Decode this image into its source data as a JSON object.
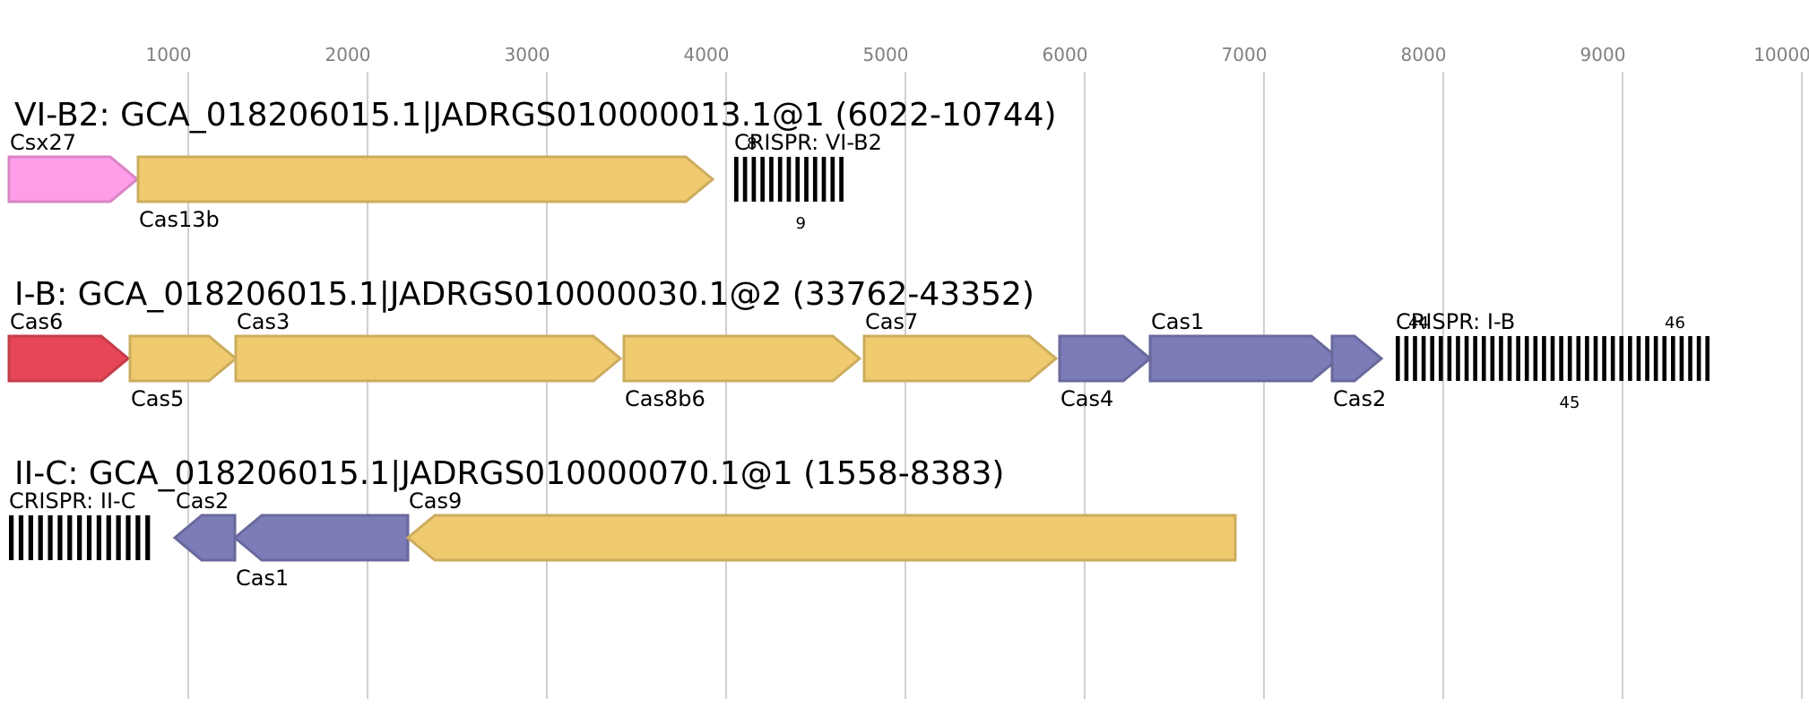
{
  "axis": {
    "ticks": [
      {
        "value": 1000,
        "label": "1000"
      },
      {
        "value": 2000,
        "label": "2000"
      },
      {
        "value": 3000,
        "label": "3000"
      },
      {
        "value": 4000,
        "label": "4000"
      },
      {
        "value": 5000,
        "label": "5000"
      },
      {
        "value": 6000,
        "label": "6000"
      },
      {
        "value": 7000,
        "label": "7000"
      },
      {
        "value": 8000,
        "label": "8000"
      },
      {
        "value": 9000,
        "label": "9000"
      },
      {
        "value": 10000,
        "label": "10000"
      }
    ]
  },
  "colors": {
    "gridline": "#c0c0c0",
    "accessory": "#ff9de8",
    "effector": "#f0ca6e",
    "adaptation": "#7b7cb8",
    "cas6": "#e64656",
    "repeat": "#000000"
  },
  "loci": [
    {
      "title": "VI-B2: GCA_018206015.1|JADRGS010000013.1@1 (6022-10744)",
      "genes": [
        {
          "name": "Csx27",
          "start": 0,
          "end": 715,
          "strand": "+",
          "color_role": "accessory",
          "label_pos": "above"
        },
        {
          "name": "Cas13b",
          "start": 720,
          "end": 3925,
          "strand": "+",
          "color_role": "effector",
          "label_pos": "below"
        }
      ],
      "arrays": [
        {
          "label": "CRISPR: VI-B2",
          "start": 4045,
          "end": 4680,
          "units": 13,
          "count_top": "8",
          "count_bottom": "9"
        }
      ]
    },
    {
      "title": "I-B: GCA_018206015.1|JADRGS010000030.1@2 (33762-43352)",
      "genes": [
        {
          "name": "Cas6",
          "start": 0,
          "end": 665,
          "strand": "+",
          "color_role": "cas6",
          "label_pos": "above"
        },
        {
          "name": "Cas5",
          "start": 675,
          "end": 1265,
          "strand": "+",
          "color_role": "effector",
          "label_pos": "below"
        },
        {
          "name": "Cas3",
          "start": 1265,
          "end": 3410,
          "strand": "+",
          "color_role": "effector",
          "label_pos": "above"
        },
        {
          "name": "Cas8b6",
          "start": 3430,
          "end": 4745,
          "strand": "+",
          "color_role": "effector",
          "label_pos": "below"
        },
        {
          "name": "Cas7",
          "start": 4770,
          "end": 5840,
          "strand": "+",
          "color_role": "effector",
          "label_pos": "above"
        },
        {
          "name": "Cas4",
          "start": 5860,
          "end": 6365,
          "strand": "+",
          "color_role": "adaptation",
          "label_pos": "below"
        },
        {
          "name": "Cas1",
          "start": 6365,
          "end": 7415,
          "strand": "+",
          "color_role": "adaptation",
          "label_pos": "above"
        },
        {
          "name": "Cas2",
          "start": 7380,
          "end": 7655,
          "strand": "+",
          "color_role": "adaptation",
          "label_pos": "below"
        }
      ],
      "arrays": [
        {
          "label": "CRISPR: I-B",
          "start": 7735,
          "end": 9510,
          "units": 37,
          "count_top": "44",
          "count_top2": "46",
          "count_bottom": "45"
        }
      ]
    },
    {
      "title": "II-C: GCA_018206015.1|JADRGS010000070.1@1 (1558-8383)",
      "genes": [
        {
          "name": "Cas2",
          "start": 925,
          "end": 1260,
          "strand": "-",
          "color_role": "adaptation",
          "label_pos": "above"
        },
        {
          "name": "Cas1",
          "start": 1260,
          "end": 2225,
          "strand": "-",
          "color_role": "adaptation",
          "label_pos": "below"
        },
        {
          "name": "Cas9",
          "start": 2225,
          "end": 6840,
          "strand": "-",
          "color_role": "effector",
          "label_pos": "above"
        }
      ],
      "arrays": [
        {
          "label": "CRISPR: II-C",
          "start": 0,
          "end": 815,
          "units": 15
        }
      ]
    }
  ]
}
